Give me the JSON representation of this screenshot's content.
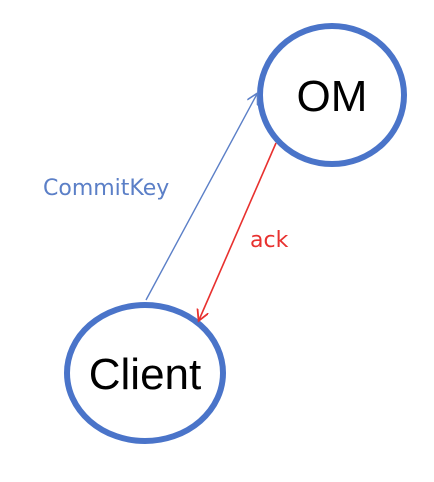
{
  "nodes": {
    "om": {
      "label": "OM"
    },
    "client": {
      "label": "Client"
    }
  },
  "edges": {
    "commit": {
      "label": "CommitKey",
      "color": "#5b7fc7"
    },
    "ack": {
      "label": "ack",
      "color": "#e8312f"
    }
  },
  "colors": {
    "node_stroke": "#4a74c9",
    "background": "#ffffff"
  }
}
